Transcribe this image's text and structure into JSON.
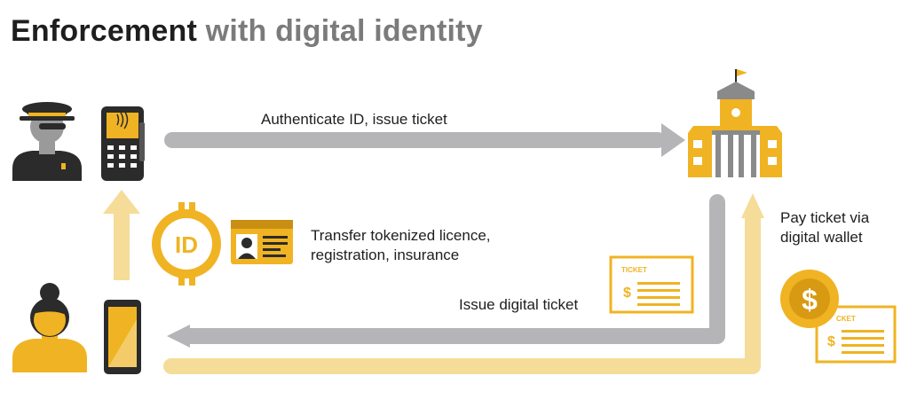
{
  "title": {
    "bold": "Enforcement",
    "rest": " with digital identity"
  },
  "labels": {
    "authenticate": "Authenticate ID, issue ticket",
    "transfer_line1": "Transfer tokenized licence,",
    "transfer_line2": "registration, insurance",
    "issue_ticket": "Issue digital ticket",
    "pay_line1": "Pay ticket via",
    "pay_line2": "digital wallet"
  },
  "badges": {
    "id_token": "ID",
    "dollar": "$"
  },
  "ticket": {
    "word": "TICKET",
    "word_partial": "CKET",
    "currency": "$"
  },
  "colors": {
    "gold": "#f0b323",
    "gold_light": "#f5dc98",
    "gray": "#b5b5b8",
    "dark": "#2b2b2b"
  }
}
